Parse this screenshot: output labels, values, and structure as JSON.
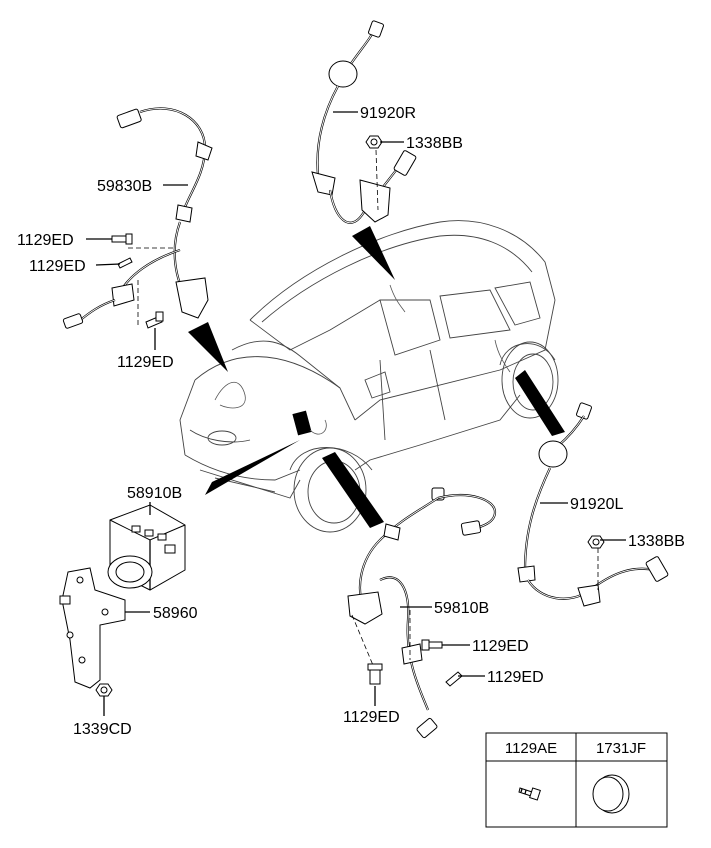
{
  "labels": {
    "p91920R": "91920R",
    "p1338BB_top": "1338BB",
    "p59830B": "59830B",
    "p1129ED_a": "1129ED",
    "p1129ED_b": "1129ED",
    "p1129ED_c": "1129ED",
    "p58910B": "58910B",
    "p58960": "58960",
    "p1339CD": "1339CD",
    "p91920L": "91920L",
    "p1338BB_right": "1338BB",
    "p59810B": "59810B",
    "p1129ED_d": "1129ED",
    "p1129ED_e": "1129ED",
    "p1129ED_f": "1129ED"
  },
  "legend_table": {
    "headers": [
      "1129AE",
      "1731JF"
    ]
  }
}
